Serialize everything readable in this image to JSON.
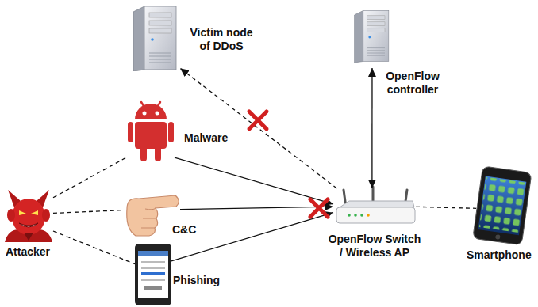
{
  "diagram": {
    "nodes": [
      {
        "text": [
          "Victim node of DDoS"
        ]
      },
      {
        "text": [
          "OpenFlow controller"
        ]
      },
      {
        "text": [
          "Malware"
        ]
      },
      {
        "text": [
          "C&C"
        ]
      },
      {
        "text": [
          "Attacker"
        ]
      },
      {
        "text": [
          "OpenFlow Switch / Wireless AP"
        ]
      },
      {
        "text": [
          "Phishing"
        ]
      },
      {
        "text": [
          "Smartphone"
        ]
      }
    ],
    "edges": [
      {
        "from": 4,
        "to": 2,
        "arrow": "none"
      },
      {
        "from": 4,
        "to": 3,
        "arrow": "none"
      },
      {
        "from": 4,
        "to": 6,
        "arrow": "none"
      },
      {
        "from": 2,
        "to": 5,
        "arrow": "to"
      },
      {
        "from": 3,
        "to": 5,
        "arrow": "to"
      },
      {
        "from": 6,
        "to": 5,
        "arrow": "to"
      },
      {
        "from": 5,
        "to": 0,
        "arrow": "to"
      },
      {
        "from": 1,
        "to": 5,
        "arrow": "both"
      },
      {
        "from": 5,
        "to": 7,
        "arrow": "none"
      }
    ]
  }
}
